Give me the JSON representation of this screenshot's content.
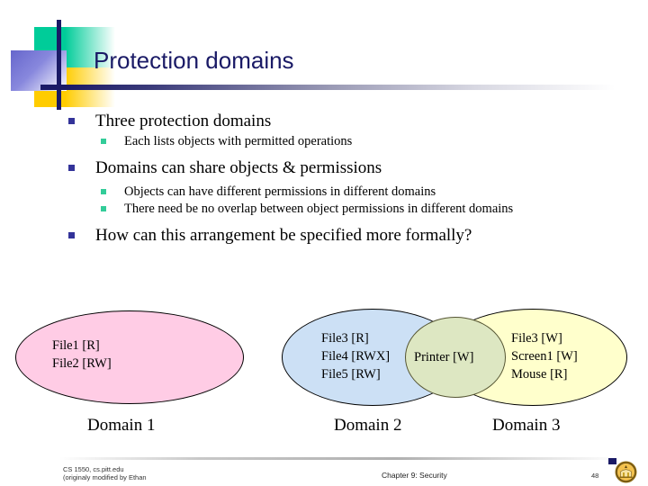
{
  "slide": {
    "title": "Protection domains",
    "bullets": [
      {
        "level": 1,
        "text": "Three protection domains"
      },
      {
        "level": 2,
        "text": "Each lists objects with permitted operations"
      },
      {
        "level": 1,
        "text": "Domains can share objects & permissions"
      },
      {
        "level": 2,
        "text": "Objects can have different permissions in different domains"
      },
      {
        "level": 2,
        "text": "There need be no overlap between object permissions in different domains"
      },
      {
        "level": 1,
        "text": "How can this arrangement be specified more formally?"
      }
    ]
  },
  "diagram": {
    "domain1": {
      "label": "Domain 1",
      "items": [
        "File1 [R]",
        "File2 [RW]"
      ],
      "color": "#FFCCE5"
    },
    "domain2": {
      "label": "Domain 2",
      "items": [
        "File3 [R]",
        "File4 [RWX]",
        "File5 [RW]"
      ],
      "color": "#CCE0F5"
    },
    "domain3": {
      "label": "Domain 3",
      "items": [
        "File3 [W]",
        "Screen1 [W]",
        "Mouse [R]"
      ],
      "color": "#FFFFCC"
    },
    "overlap": {
      "items": [
        "Printer [W]"
      ],
      "color": "#DDE7C2"
    }
  },
  "footer": {
    "left_line1": "CS 1550, cs.pitt.edu",
    "left_line2": "(originaly modified by Ethan",
    "center": "Chapter 9: Security",
    "page": "48"
  },
  "theme": {
    "title_color": "#1A1A66",
    "bullet1_color": "#333399",
    "bullet2_color": "#33CC99",
    "accent_green": "#00CC99",
    "accent_yellow": "#FFCC00",
    "accent_purple": "#6666CC"
  }
}
